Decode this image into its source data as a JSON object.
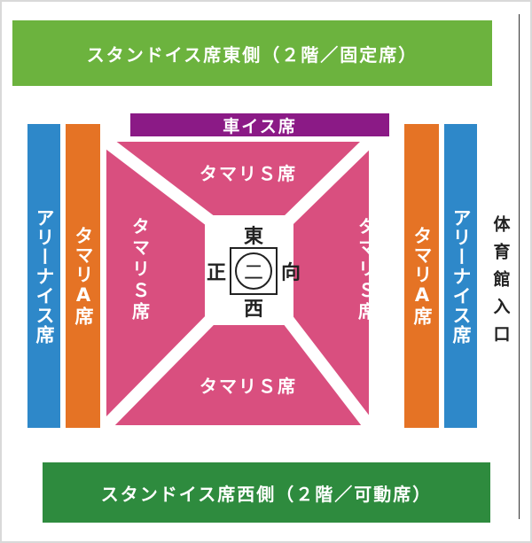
{
  "top_banner": "スタンドイス席東側（２階／固定席）",
  "bottom_banner": "スタンドイス席西側（２階／可動席）",
  "wheelchair": "車イス席",
  "arena_left": "アリーナイス席",
  "arena_right": "アリーナイス席",
  "a_left": "タマリA席",
  "a_right": "タマリA席",
  "s_top": "タマリＳ席",
  "s_bottom": "タマリＳ席",
  "s_left": "タマリＳ席",
  "s_right": "タマリＳ席",
  "ring": {
    "east": "東",
    "west": "西",
    "shomen": "正",
    "mukou": "向",
    "center": "二"
  },
  "entrance": "体育館入口",
  "colors": {
    "stand_east": "#6cb33e",
    "stand_west": "#2e8b3e",
    "wheelchair": "#8b1a86",
    "arena": "#2e88c9",
    "tamari_a": "#e57325",
    "tamari_s": "#d94f7f"
  }
}
